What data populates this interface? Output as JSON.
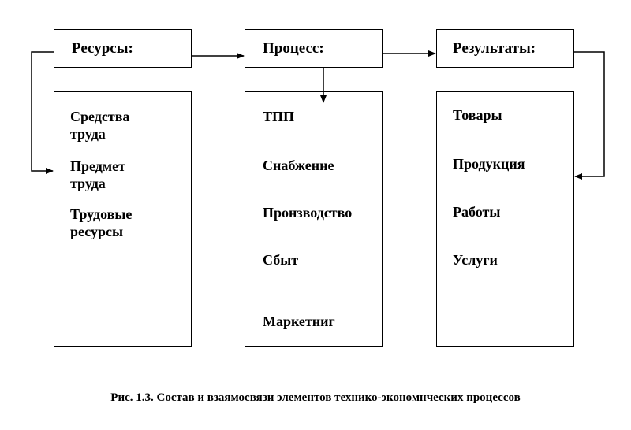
{
  "resources": {
    "header": "Ресурсы:",
    "items": [
      "Средства\nтруда",
      "Предмет\nтруда",
      "Трудовые\nресурсы"
    ]
  },
  "process": {
    "header": "Процесс:",
    "items": [
      "ТПП",
      "Снабженне",
      "Пронзводство",
      "Сбыт",
      "Маркетниг"
    ]
  },
  "results": {
    "header": "Результаты:",
    "items": [
      "Товары",
      "Продукция",
      "Работы",
      "Услуги"
    ]
  },
  "caption": "Рис. 1.3. Состав и взаямосвязи элементов технико-экономнческих процессов"
}
